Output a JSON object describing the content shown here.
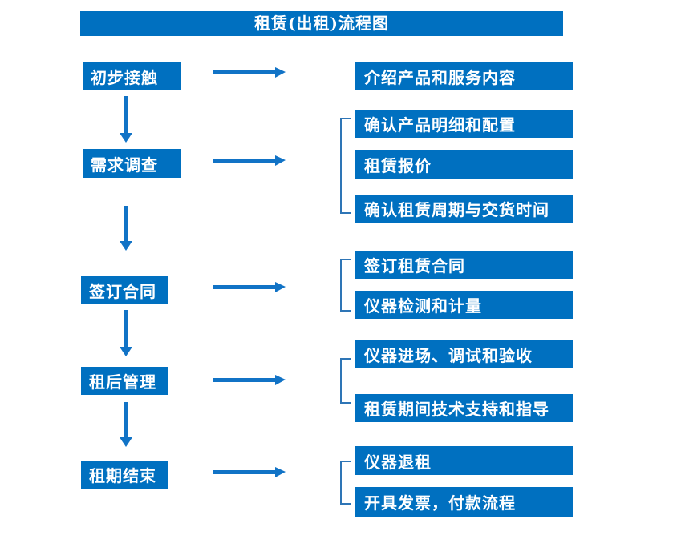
{
  "title": "租赁(出租)流程图",
  "colors": {
    "box_fill": "#0070C0",
    "arrow": "#1173C6",
    "bracket": "#2E75B6",
    "text_color": "#FFFFFF",
    "background": "#FFFFFF"
  },
  "stages": [
    {
      "label": "初步接触",
      "details": [
        "介绍产品和服务内容"
      ]
    },
    {
      "label": "需求调查",
      "details": [
        "确认产品明细和配置",
        "租赁报价",
        "确认租赁周期与交货时间"
      ]
    },
    {
      "label": "签订合同",
      "details": [
        "签订租赁合同",
        "仪器检测和计量"
      ]
    },
    {
      "label": "租后管理",
      "details": [
        "仪器进场、调试和验收",
        "租赁期间技术支持和指导"
      ]
    },
    {
      "label": "租期结束",
      "details": [
        "仪器退租",
        "开具发票，付款流程"
      ]
    }
  ]
}
